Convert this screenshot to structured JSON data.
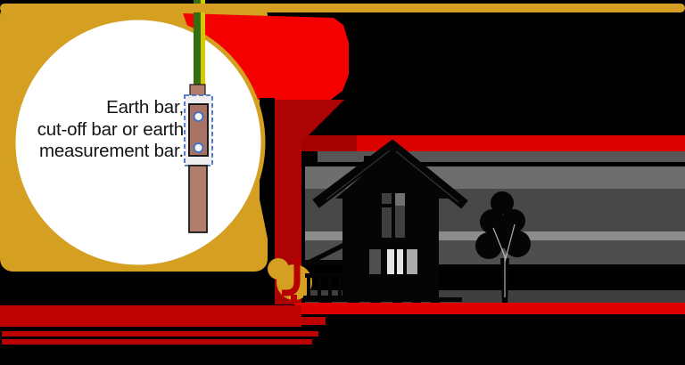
{
  "title": "House earthing diagram with magnified earth bar detail",
  "magnifier": {
    "caption_line1": "Earth bar,",
    "caption_line2": "cut-off bar or earth",
    "caption_line3": "measurement bar."
  },
  "colors": {
    "background": "#000000",
    "gold": "#D5A021",
    "bright_red": "#F40000",
    "dark_red": "#AC0404",
    "stratum_red": "#A50303",
    "ground_red": "#DF0101",
    "soil_red": "#BC0202",
    "magnifier_fill": "#FFFFFF",
    "copper_bar": "#A87365",
    "earth_rod": "#B17D6D",
    "wire_green": "#336E12",
    "wire_yellow": "#D8C804",
    "selection_blue": "#4472C4",
    "house_silhouette": "#050505",
    "window_gray_dark": "#3F3F3F",
    "window_gray_light": "#E4E4E4",
    "backdrop_gray_1": "#6E6E6E",
    "backdrop_gray_2": "#484848",
    "backdrop_gray_light": "#8C8C8C",
    "backdrop_gray_3": "#4E4E4E",
    "backdrop_gray_4": "#3F3F3F",
    "backdrop_gray_band": "#575757"
  }
}
